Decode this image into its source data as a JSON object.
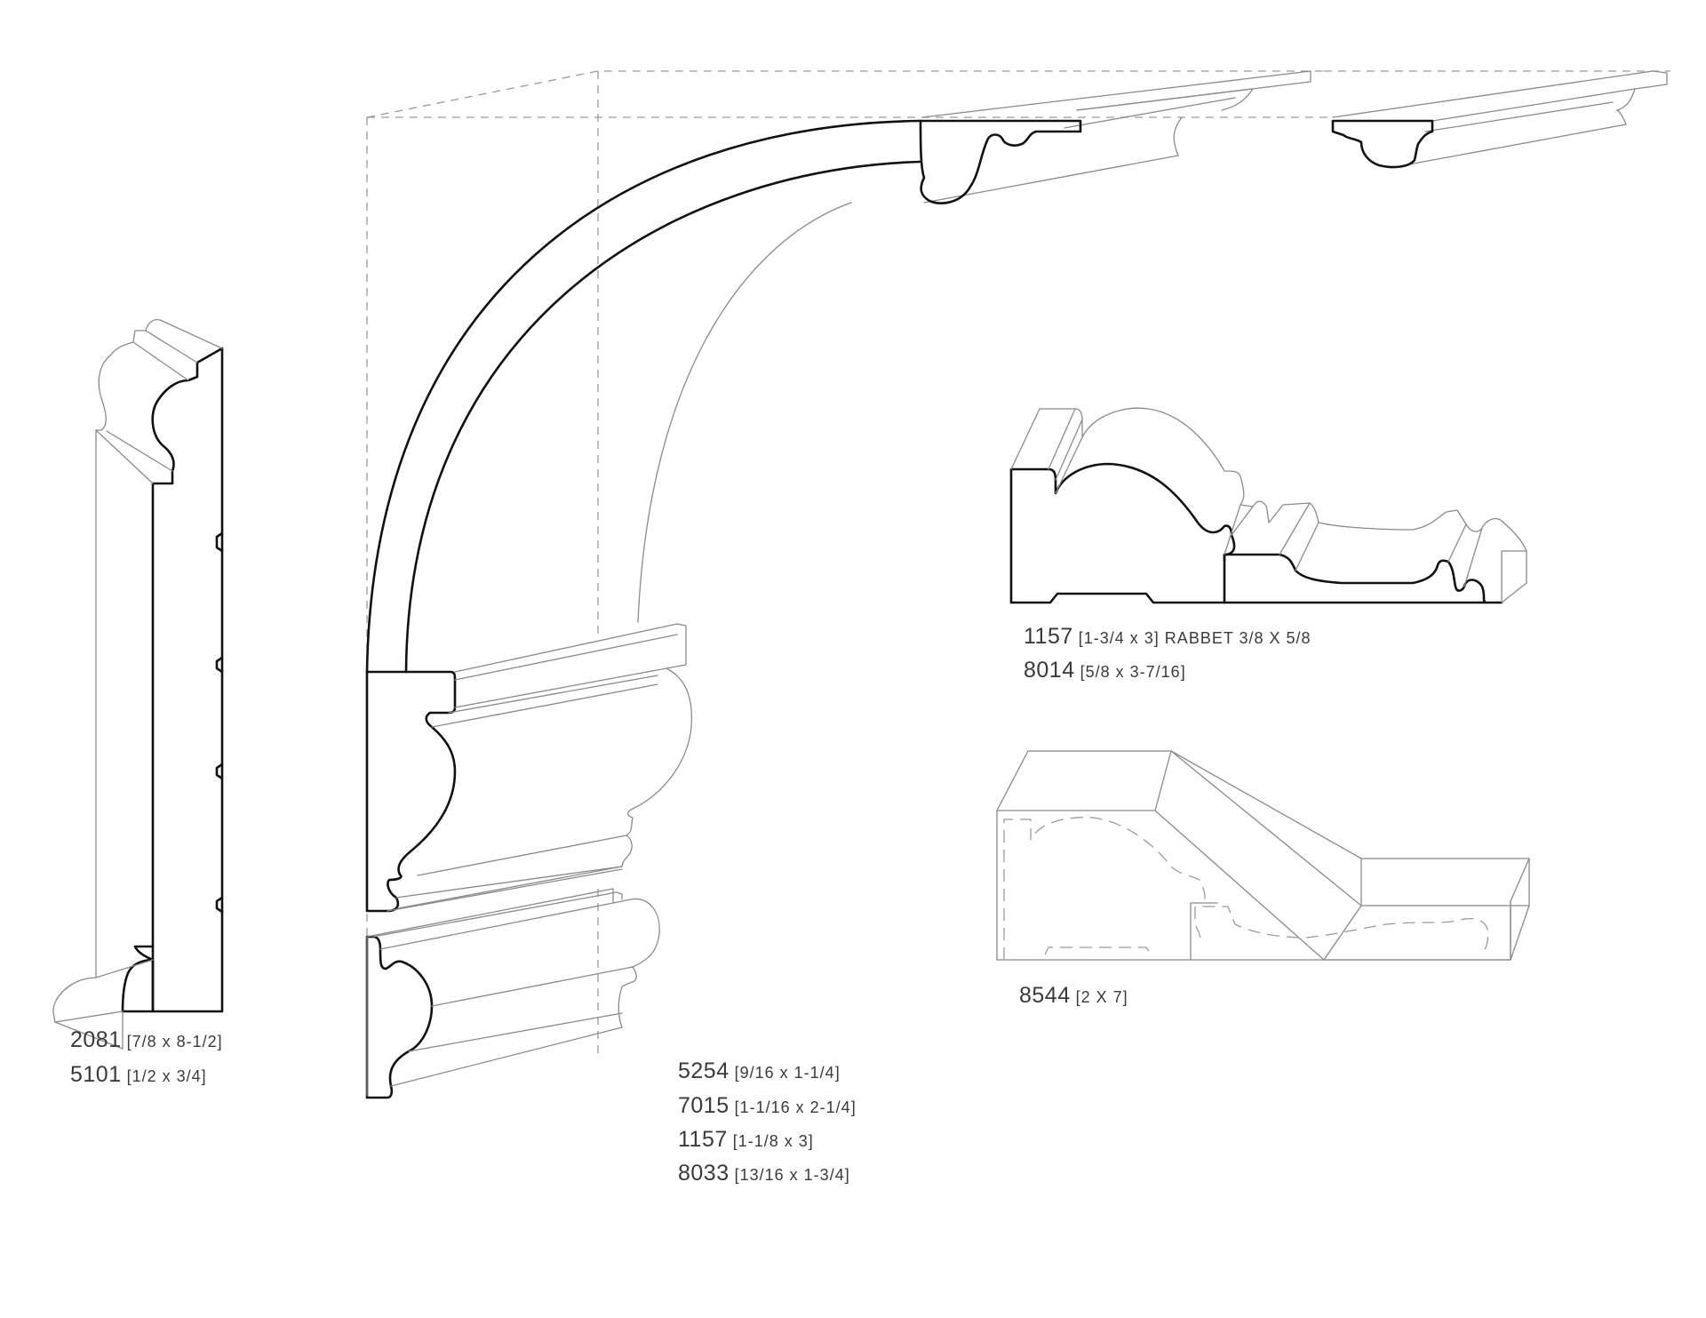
{
  "labels": {
    "casing": [
      {
        "code": "2081",
        "dim": "[7/8 x 8-1/2]"
      },
      {
        "code": "5101",
        "dim": "[1/2 x 3/4]"
      }
    ],
    "chair": [
      {
        "code": "5254",
        "dim": "[9/16 x 1-1/4]"
      },
      {
        "code": "7015",
        "dim": "[1-1/16 x 2-1/4]"
      },
      {
        "code": "1157",
        "dim": "[1-1/8 x 3]"
      },
      {
        "code": "8033",
        "dim": "[13/16 x 1-3/4]"
      }
    ],
    "rabbet": [
      {
        "code": "1157",
        "dim": "[1-3/4 x 3] RABBET 3/8 X 5/8"
      },
      {
        "code": "8014",
        "dim": "[5/8 x 3-7/16]"
      }
    ],
    "blank": [
      {
        "code": "8544",
        "dim": "[2 X 7]"
      }
    ]
  }
}
